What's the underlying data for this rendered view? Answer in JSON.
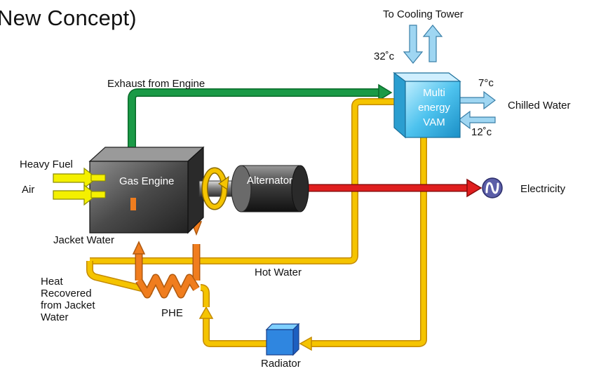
{
  "title": "New Concept)",
  "labels": {
    "cooling_tower": "To Cooling Tower",
    "temp_in": "32˚c",
    "temp_chilled_out": "7°c",
    "temp_chilled_in": "12˚c",
    "chilled_water": "Chilled Water",
    "exhaust": "Exhaust from Engine",
    "heavy_fuel": "Heavy Fuel",
    "air": "Air",
    "gas_engine": "Gas Engine",
    "alternator": "Alternator",
    "electricity": "Electricity",
    "jacket_water": "Jacket Water",
    "hot_water": "Hot Water",
    "heat_recovered": [
      "Heat",
      "Recovered",
      "from Jacket",
      "Water"
    ],
    "phe": "PHE",
    "radiator": "Radiator",
    "vam": [
      "Multi",
      "energy",
      "VAM"
    ]
  },
  "colors": {
    "exhaust": "#1a9a46",
    "hot_water": "#f5c400",
    "electric": "#e01e1e",
    "jacket": "#f07d1e",
    "cooling": "#9fd6f2",
    "vam": "#5ec8f0",
    "fuel": "#f4f000"
  }
}
